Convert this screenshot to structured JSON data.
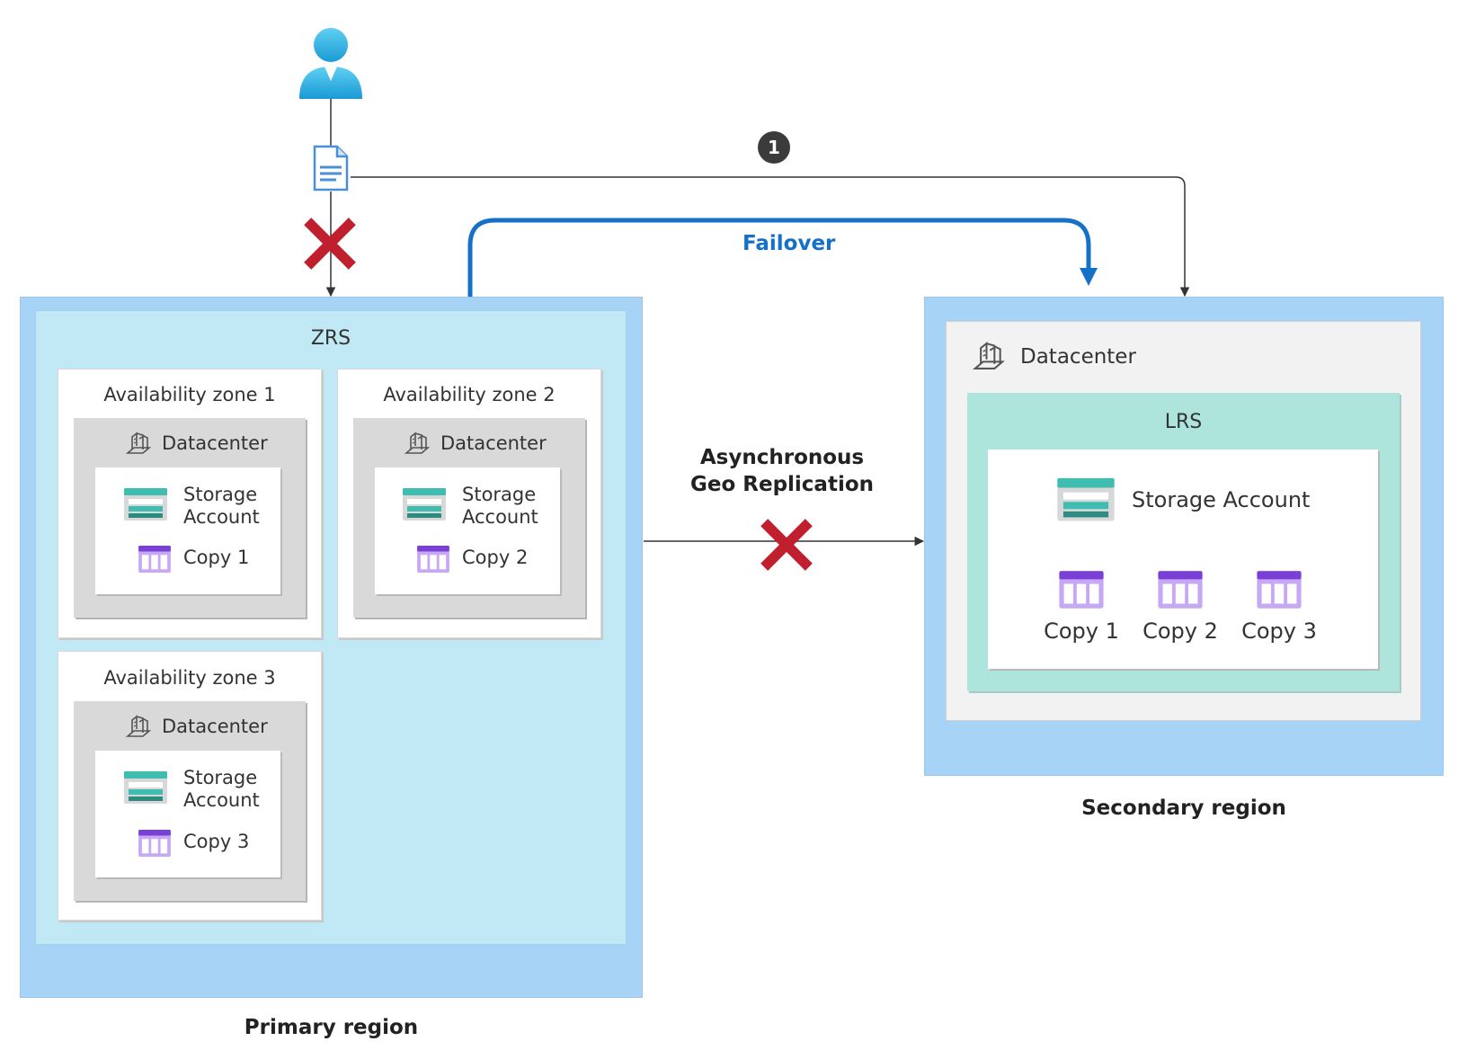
{
  "primary": {
    "region_label": "Primary region",
    "zrs_label": "ZRS",
    "zones": [
      {
        "title": "Availability zone 1",
        "datacenter": "Datacenter",
        "storage": [
          "Storage",
          "Account"
        ],
        "copy": "Copy 1"
      },
      {
        "title": "Availability zone 2",
        "datacenter": "Datacenter",
        "storage": [
          "Storage",
          "Account"
        ],
        "copy": "Copy 2"
      },
      {
        "title": "Availability zone 3",
        "datacenter": "Datacenter",
        "storage": [
          "Storage",
          "Account"
        ],
        "copy": "Copy 3"
      }
    ]
  },
  "secondary": {
    "region_label": "Secondary region",
    "datacenter": "Datacenter",
    "lrs_label": "LRS",
    "storage": "Storage Account",
    "copies": [
      "Copy 1",
      "Copy 2",
      "Copy 3"
    ]
  },
  "links": {
    "failover": "Failover",
    "geo_replication": [
      "Asynchronous",
      "Geo Replication"
    ],
    "step_badge": "1"
  },
  "icons": [
    "user-icon",
    "document-icon",
    "x-mark-icon",
    "datacenter-icon",
    "storage-account-icon",
    "table-copy-icon",
    "step-badge-icon"
  ],
  "colors": {
    "failover": "#1570c8",
    "failure_x": "#c0202d",
    "region_blue": "#a7d3f6",
    "zrs_fill": "#c1e9f5",
    "lrs_fill": "#ade5dd",
    "storage_teal": "#3ebdb0",
    "copy_purple": "#7a3fd6"
  }
}
